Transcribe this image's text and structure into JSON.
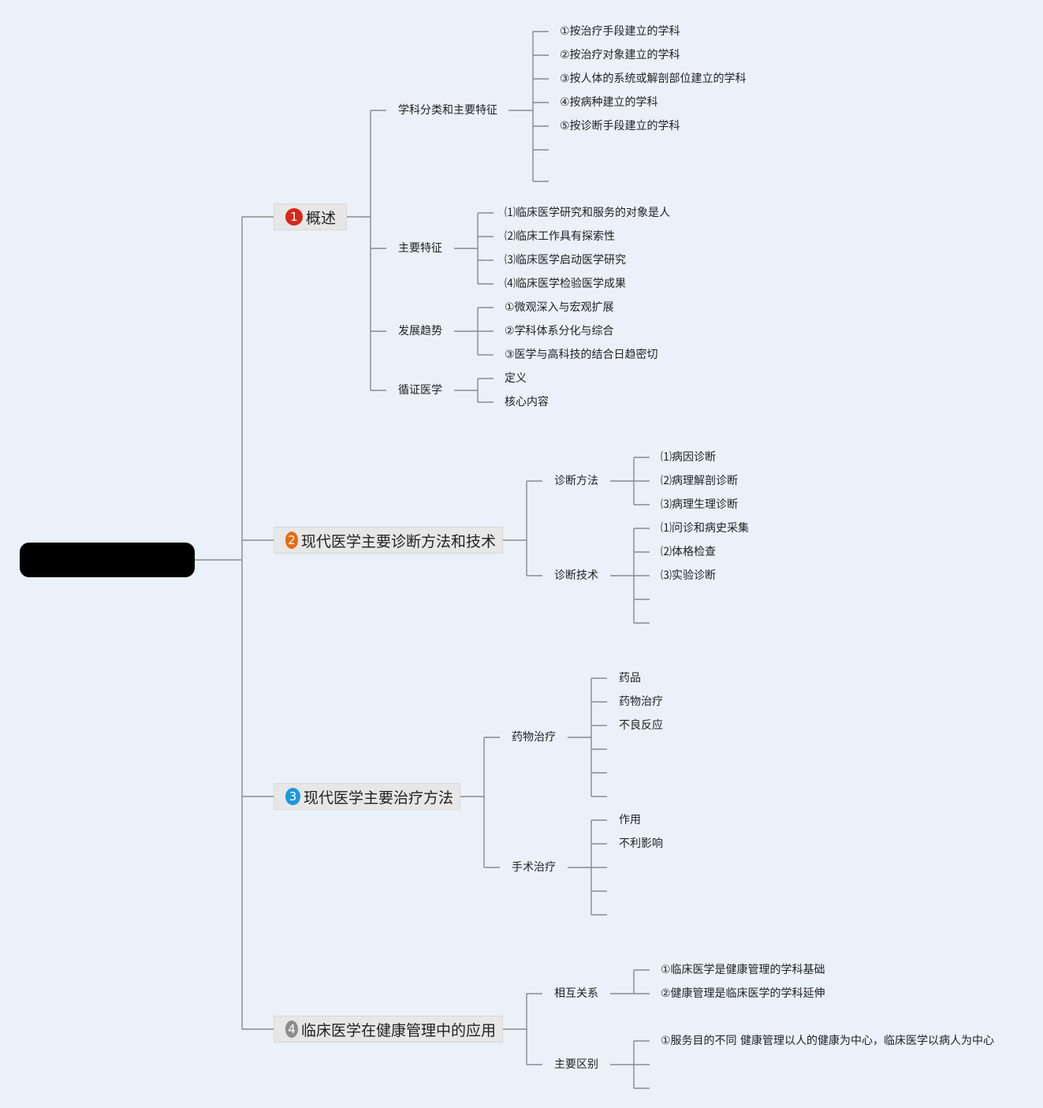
{
  "root": {
    "label": ""
  },
  "colors": {
    "line": "#8A8A8A",
    "n1": "#D7281B",
    "n2": "#E46C13",
    "n3": "#1E98DC",
    "n4": "#8C8C8C"
  },
  "branches": [
    {
      "num": "1",
      "label": "概述",
      "children": [
        {
          "label": "学科分类和主要特征",
          "items": [
            "①按治疗手段建立的学科",
            "②按治疗对象建立的学科",
            "③按人体的系统或解剖部位建立的学科",
            "④按病种建立的学科",
            "⑤按诊断手段建立的学科",
            "",
            ""
          ]
        },
        {
          "label": "主要特征",
          "items": [
            "⑴临床医学研究和服务的对象是人",
            "⑵临床工作具有探索性",
            "⑶临床医学启动医学研究",
            "⑷临床医学检验医学成果"
          ]
        },
        {
          "label": "发展趋势",
          "items": [
            "①微观深入与宏观扩展",
            "②学科体系分化与综合",
            "③医学与高科技的结合日趋密切"
          ]
        },
        {
          "label": "循证医学",
          "items": [
            "定义",
            "核心内容"
          ]
        }
      ]
    },
    {
      "num": "2",
      "label": "现代医学主要诊断方法和技术",
      "children": [
        {
          "label": "诊断方法",
          "items": [
            "⑴病因诊断",
            "⑵病理解剖诊断",
            "⑶病理生理诊断"
          ]
        },
        {
          "label": "诊断技术",
          "items": [
            "⑴问诊和病史采集",
            "⑵体格检查",
            "⑶实验诊断",
            "",
            ""
          ]
        }
      ]
    },
    {
      "num": "3",
      "label": "现代医学主要治疗方法",
      "children": [
        {
          "label": "药物治疗",
          "items": [
            "药品",
            "药物治疗",
            "不良反应",
            "",
            "",
            ""
          ]
        },
        {
          "label": "手术治疗",
          "items": [
            "作用",
            "不利影响",
            "",
            "",
            ""
          ]
        }
      ]
    },
    {
      "num": "4",
      "label": "临床医学在健康管理中的应用",
      "children": [
        {
          "label": "相互关系",
          "items": [
            "①临床医学是健康管理的学科基础",
            "②健康管理是临床医学的学科延伸"
          ]
        },
        {
          "label": "主要区别",
          "items": [
            "①服务目的不同 健康管理以人的健康为中心，临床医学以病人为中心",
            "",
            ""
          ]
        }
      ]
    }
  ]
}
